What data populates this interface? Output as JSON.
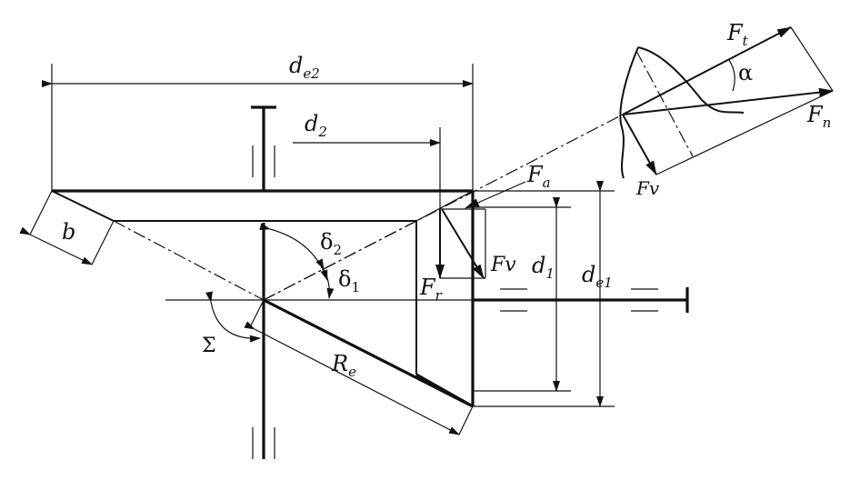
{
  "labels": {
    "de2_main": "d",
    "de2_sub": "e2",
    "d2_main": "d",
    "d2_sub": "2",
    "b": "b",
    "delta2_main": "δ",
    "delta2_sub": "2",
    "delta1_main": "δ",
    "delta1_sub": "1",
    "sigma": "Σ",
    "Re_main": "R",
    "Re_sub": "e",
    "Fa_main": "F",
    "Fa_sub": "a",
    "Fv_main": "Fv",
    "Fr_main": "F",
    "Fr_sub": "r",
    "d1_main": "d",
    "d1_sub": "1",
    "de1_main": "d",
    "de1_sub": "e1",
    "Ft_main": "F",
    "Ft_sub": "t",
    "alpha": "α",
    "Fn_main": "F",
    "Fn_sub": "n",
    "Fv2_main": "Fv"
  }
}
